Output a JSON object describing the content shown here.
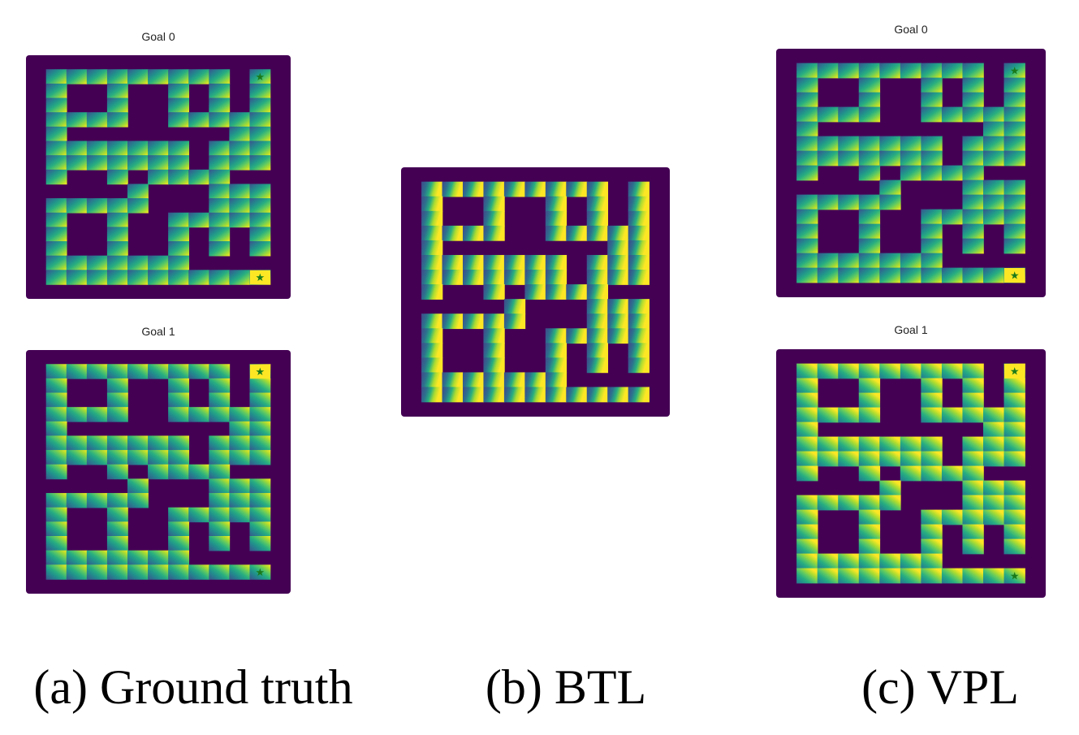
{
  "colors": {
    "wall": "#440154",
    "star": "#1a7a1a",
    "viridis": [
      "#3b528b",
      "#2c728e",
      "#21918c",
      "#28ae80",
      "#5ec962",
      "#addc30",
      "#fde725"
    ]
  },
  "panels": {
    "gt_goal0": {
      "title": "Goal 0"
    },
    "gt_goal1": {
      "title": "Goal 1"
    },
    "btl": {
      "title": ""
    },
    "vpl_goal0": {
      "title": "Goal 0"
    },
    "vpl_goal1": {
      "title": "Goal 1"
    }
  },
  "captions": {
    "a": "(a) Ground truth",
    "b": "(b) BTL",
    "c": "(c) VPL"
  },
  "maze": {
    "rows": [
      "#############",
      "#.........#.#",
      "#.##.##.#.#.#",
      "#.##.##.#.#.#",
      "#....##.....#",
      "#.########..#",
      "#.......#...#",
      "#.......#...#",
      "#.##.#....###",
      "#####.###...#",
      "#.....###...#",
      "#.##.##.....#",
      "#.##.##.#.#.#",
      "#.##.##.#.#.#",
      "#.......#####",
      "#...........#",
      "#############"
    ]
  },
  "goal_icon": "star-icon",
  "star_glyph": "★"
}
